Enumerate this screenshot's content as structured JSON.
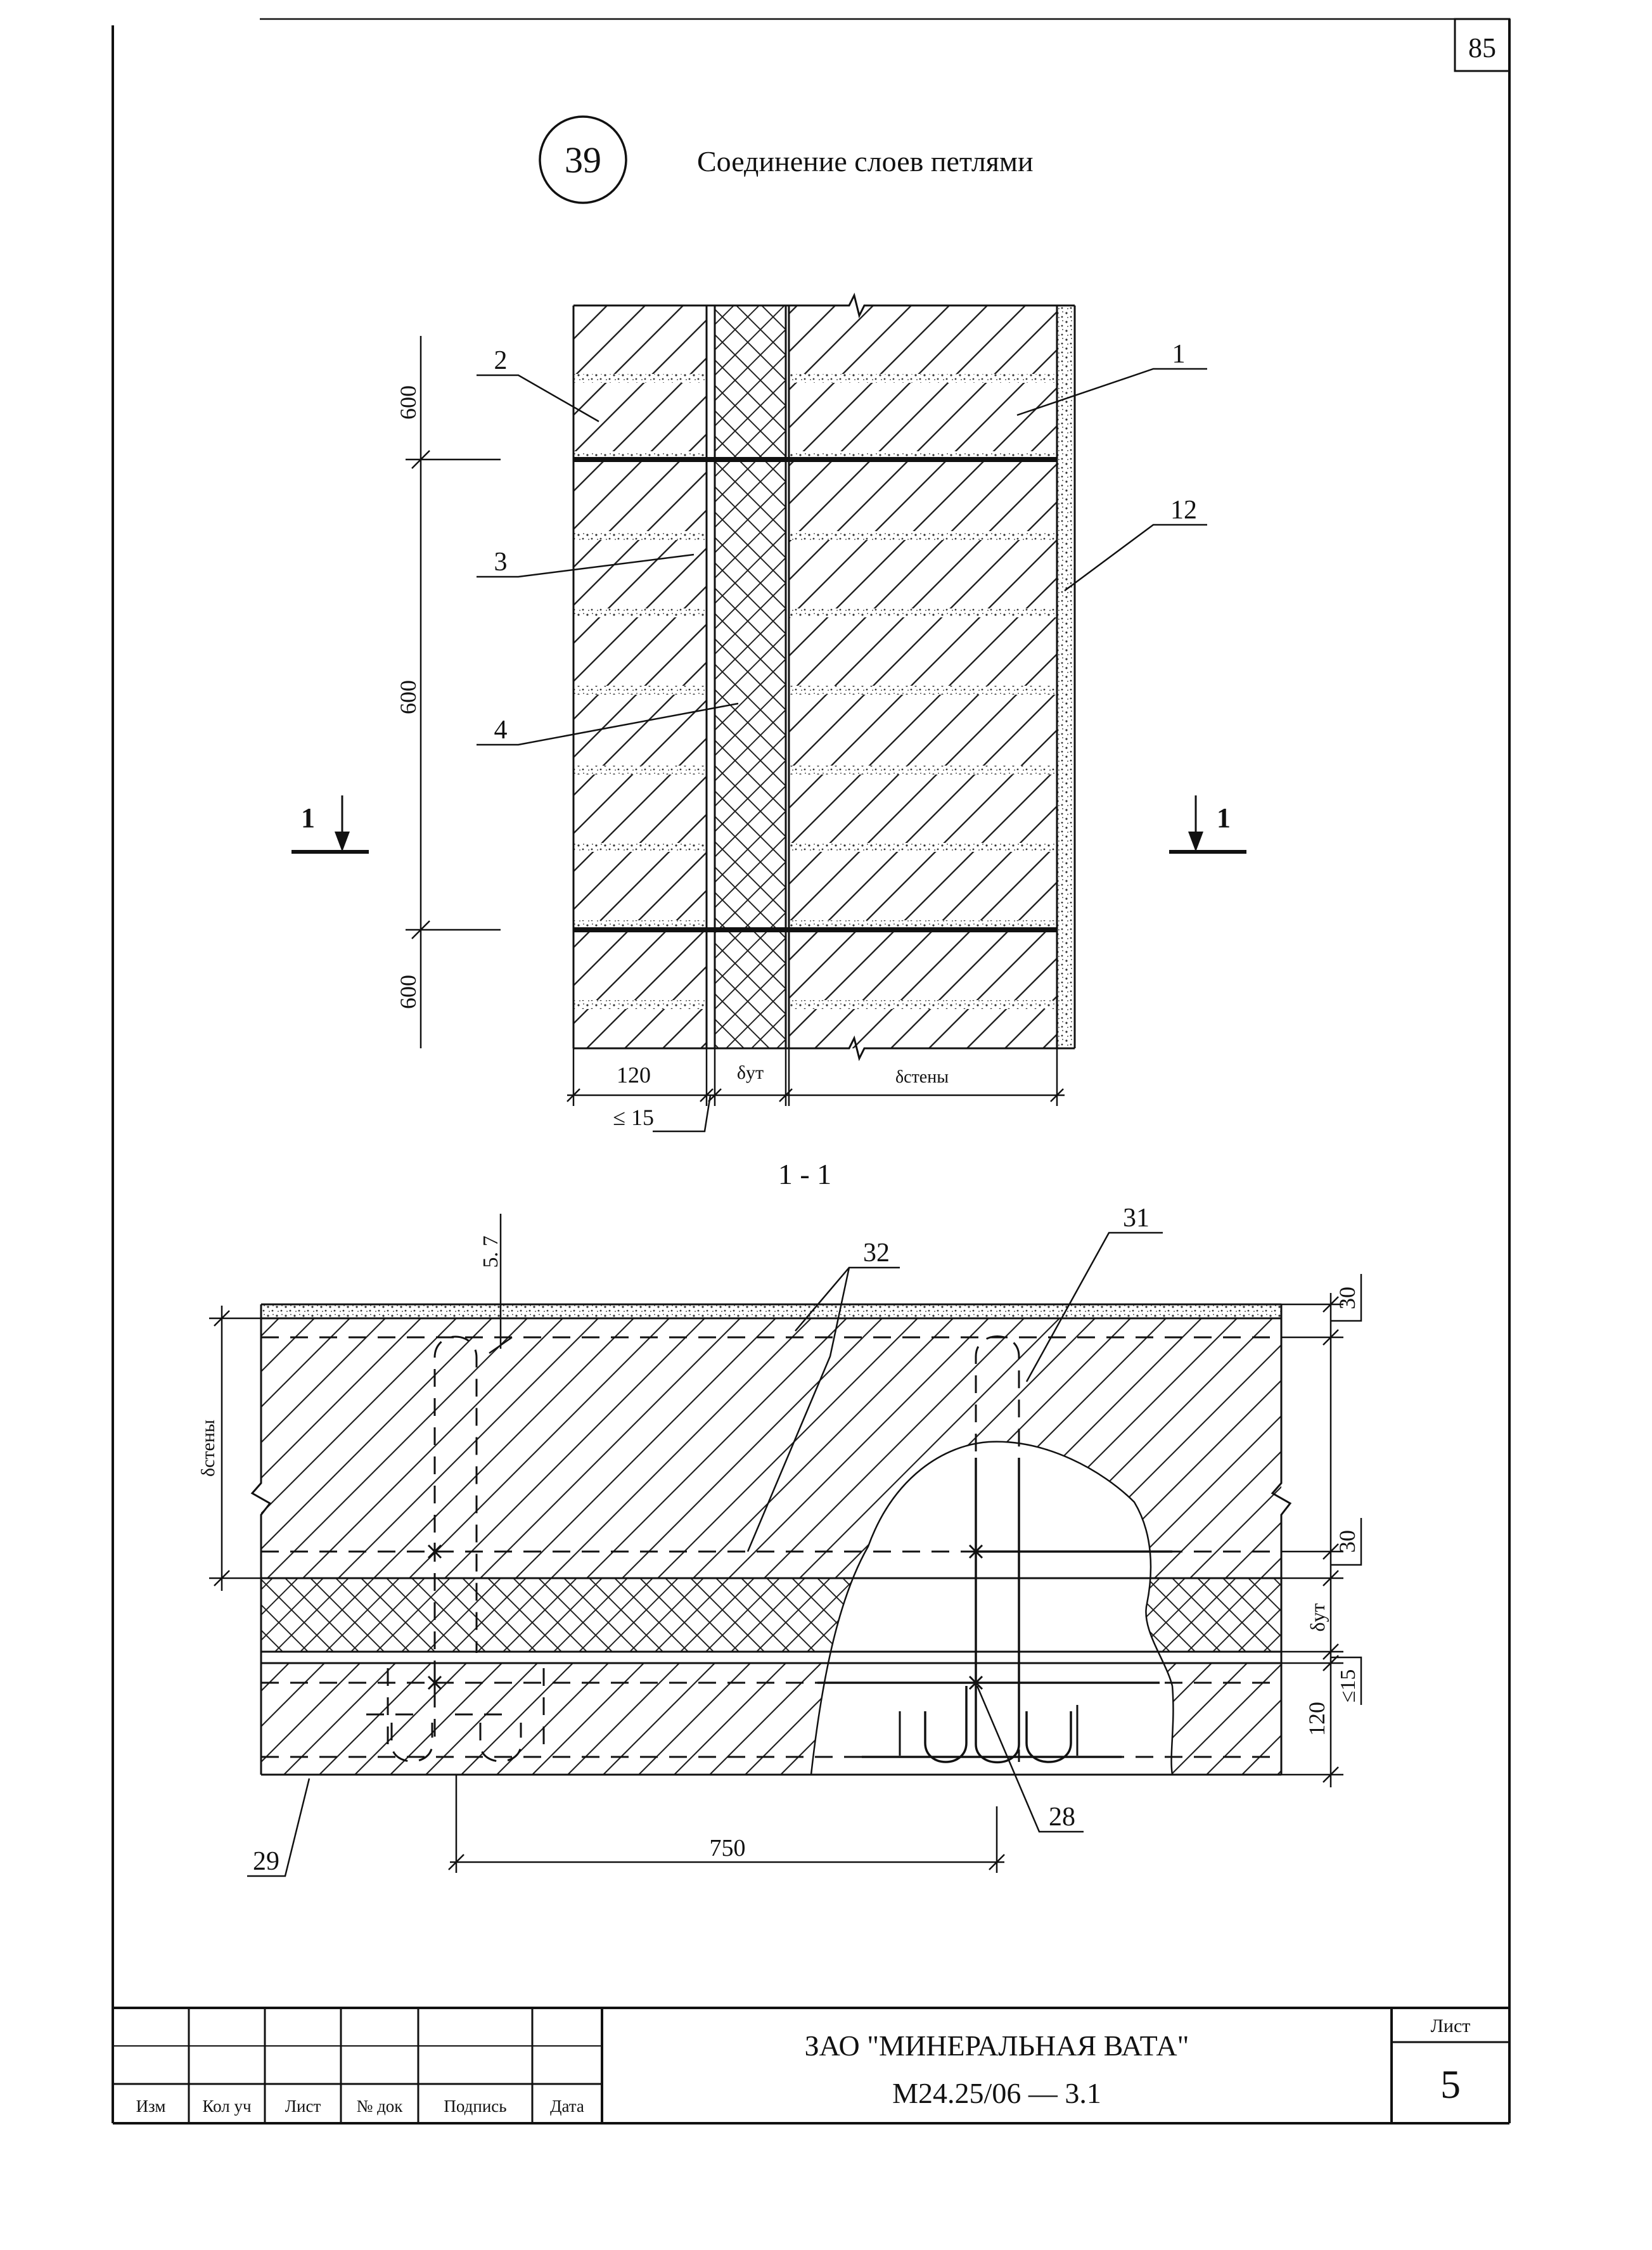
{
  "sheet_number_top": "85",
  "detail": {
    "number": "39",
    "title": "Соединение слоев петлями"
  },
  "elevation": {
    "vertical_dims": [
      "600",
      "600",
      "600"
    ],
    "horizontal_dims": {
      "outer_layer": "120",
      "gap": "≤ 15",
      "insulation": "δут",
      "wall": "δстены"
    },
    "callouts": [
      "1",
      "2",
      "3",
      "4",
      "12"
    ],
    "section_marks": {
      "left": "1",
      "right": "1"
    }
  },
  "section": {
    "title": "1 - 1",
    "callouts": [
      "32",
      "31",
      "28",
      "29"
    ],
    "dims": {
      "top_offset": "5. 7",
      "plaster": "30",
      "tie_offset": "30",
      "insulation": "δут",
      "gap": "≤15",
      "outer_layer": "120",
      "wall": "δстены",
      "spacing": "750"
    }
  },
  "title_block": {
    "columns": [
      "Изм",
      "Кол уч",
      "Лист",
      "№ док",
      "Подпись",
      "Дата"
    ],
    "organization": "ЗАО \"МИНЕРАЛЬНАЯ ВАТА\"",
    "document_code": "М24.25/06 — 3.1",
    "sheet_label": "Лист",
    "sheet_number": "5"
  }
}
